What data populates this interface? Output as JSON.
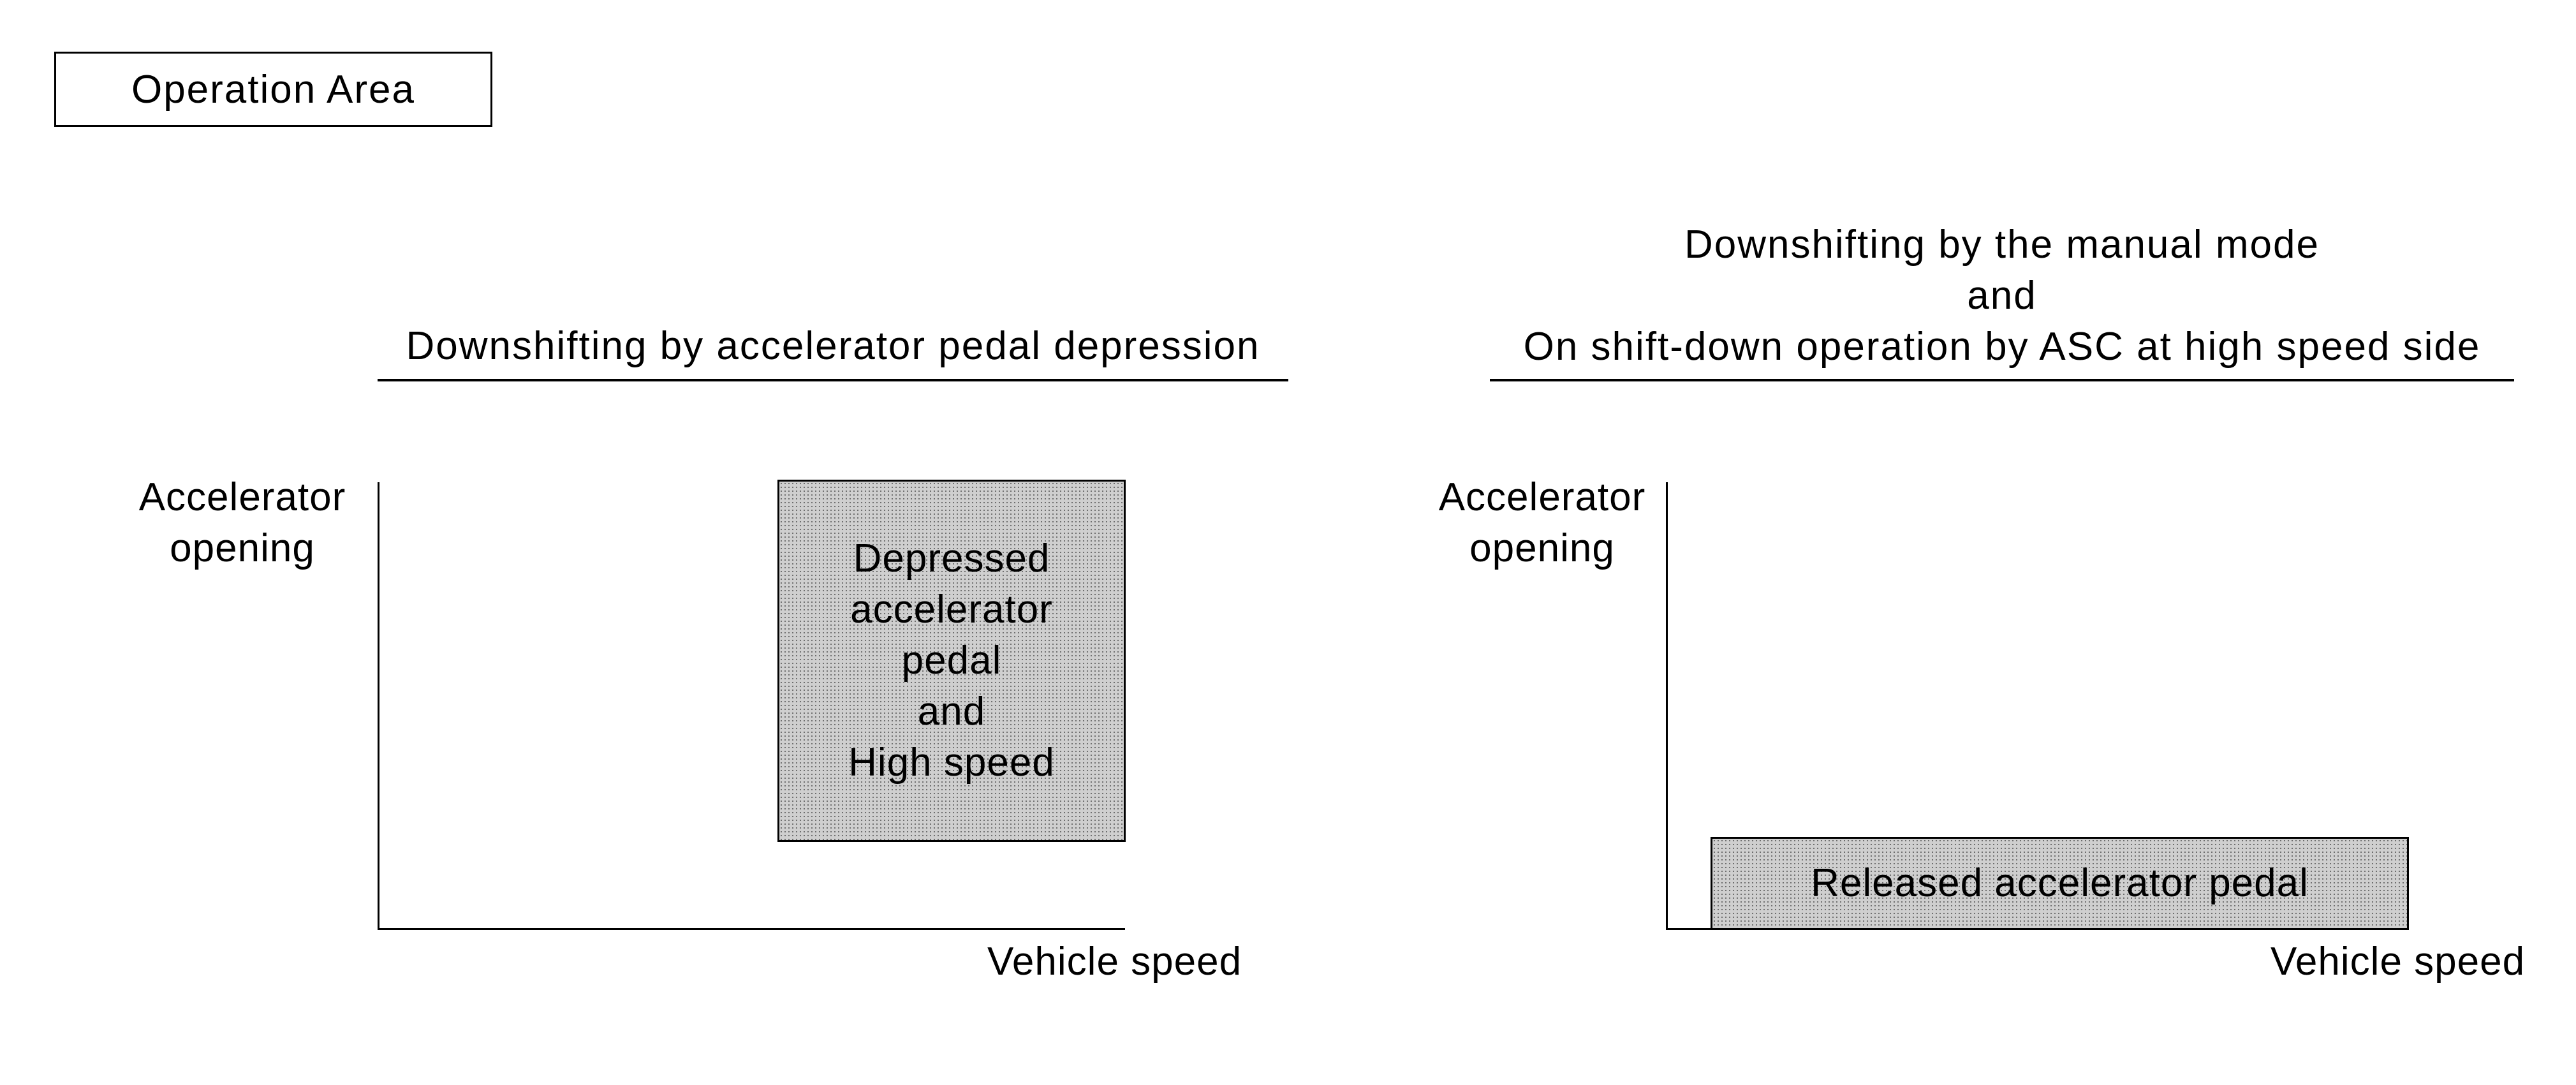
{
  "title": "Operation Area",
  "left_panel": {
    "heading": "Downshifting by accelerator pedal depression",
    "y_label": "Accelerator\nopening",
    "x_label": "Vehicle speed",
    "region_label": "Depressed\naccelerator\npedal\nand\nHigh speed"
  },
  "right_panel": {
    "heading": "Downshifting by the manual mode\nand\nOn shift-down operation by ASC at high speed side",
    "y_label": "Accelerator\nopening",
    "x_label": "Vehicle speed",
    "region_label": "Released accelerator pedal"
  }
}
